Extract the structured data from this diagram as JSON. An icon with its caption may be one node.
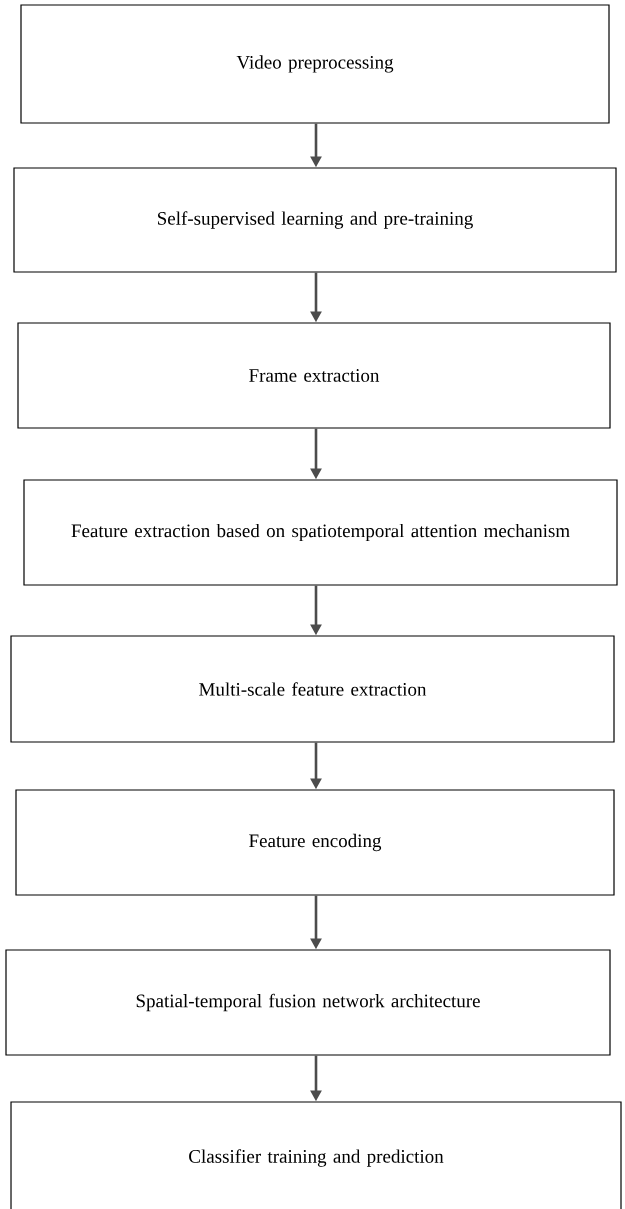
{
  "diagram": {
    "nodes": [
      {
        "text": [
          "Video preprocessing"
        ]
      },
      {
        "text": [
          "Self-supervised learning and pre-training"
        ]
      },
      {
        "text": [
          "Frame extraction"
        ]
      },
      {
        "text": [
          "Feature extraction based on spatiotemporal attention mechanism"
        ]
      },
      {
        "text": [
          "Multi-scale feature extraction"
        ]
      },
      {
        "text": [
          "Feature encoding"
        ]
      },
      {
        "text": [
          "Spatial-temporal fusion network architecture"
        ]
      },
      {
        "text": [
          "Classifier training and prediction"
        ]
      }
    ],
    "edges": [
      {
        "from": 0,
        "to": 1,
        "arrow": "to"
      },
      {
        "from": 1,
        "to": 2,
        "arrow": "to"
      },
      {
        "from": 2,
        "to": 3,
        "arrow": "to"
      },
      {
        "from": 3,
        "to": 4,
        "arrow": "to"
      },
      {
        "from": 4,
        "to": 5,
        "arrow": "to"
      },
      {
        "from": 5,
        "to": 6,
        "arrow": "to"
      },
      {
        "from": 6,
        "to": 7,
        "arrow": "to"
      }
    ]
  }
}
